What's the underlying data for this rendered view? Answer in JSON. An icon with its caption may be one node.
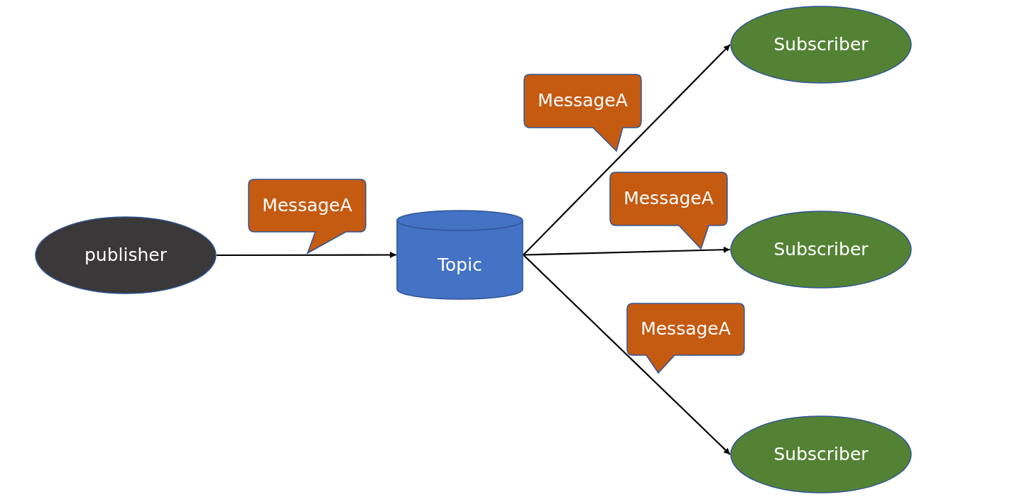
{
  "diagram": {
    "nodes": [
      {
        "text": [
          "publisher"
        ]
      },
      {
        "text": [
          "MessageA"
        ]
      },
      {
        "text": [
          "Topic"
        ]
      },
      {
        "text": [
          "MessageA"
        ]
      },
      {
        "text": [
          "Subscriber"
        ]
      },
      {
        "text": [
          "MessageA"
        ]
      },
      {
        "text": [
          "Subscriber"
        ]
      },
      {
        "text": [
          "MessageA"
        ]
      },
      {
        "text": [
          "Subscriber"
        ]
      }
    ],
    "edges": [
      {
        "from": 0,
        "to": 2,
        "arrow": "to"
      },
      {
        "from": 2,
        "to": 4,
        "arrow": "to"
      },
      {
        "from": 2,
        "to": 6,
        "arrow": "to"
      },
      {
        "from": 2,
        "to": 8,
        "arrow": "to"
      }
    ]
  }
}
